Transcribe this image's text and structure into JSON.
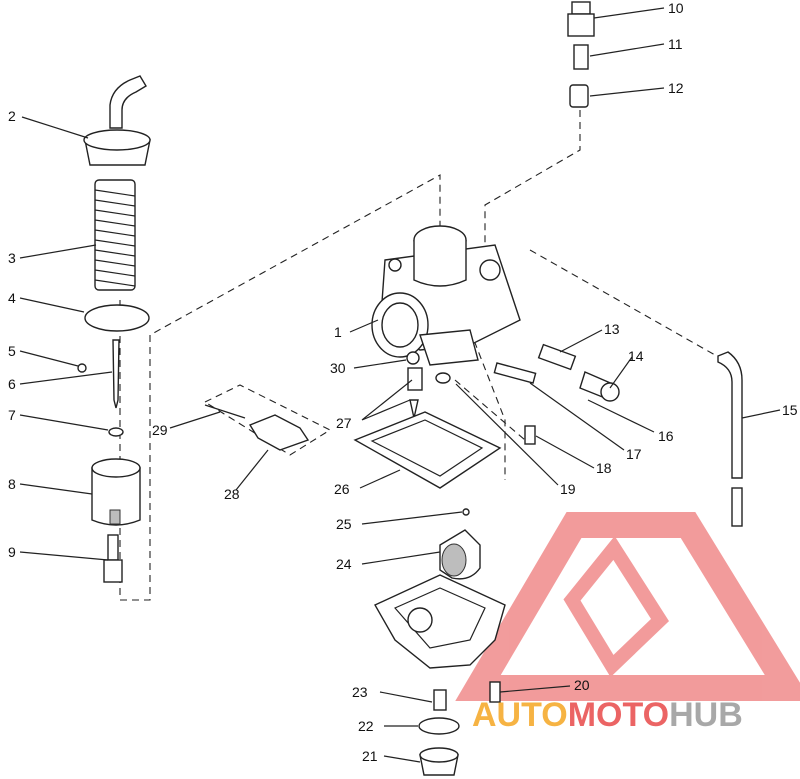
{
  "labels": [
    "1",
    "2",
    "3",
    "4",
    "5",
    "6",
    "7",
    "8",
    "9",
    "10",
    "11",
    "12",
    "13",
    "14",
    "15",
    "16",
    "17",
    "18",
    "19",
    "20",
    "21",
    "22",
    "23",
    "24",
    "25",
    "26",
    "27",
    "28",
    "29",
    "30"
  ],
  "watermark": {
    "part1": "AUTO",
    "part2": "MOTO",
    "part3": "HUB",
    "color_orange": "#f5a623",
    "color_red": "#e84a4a",
    "color_gray": "#9a9a9a"
  }
}
